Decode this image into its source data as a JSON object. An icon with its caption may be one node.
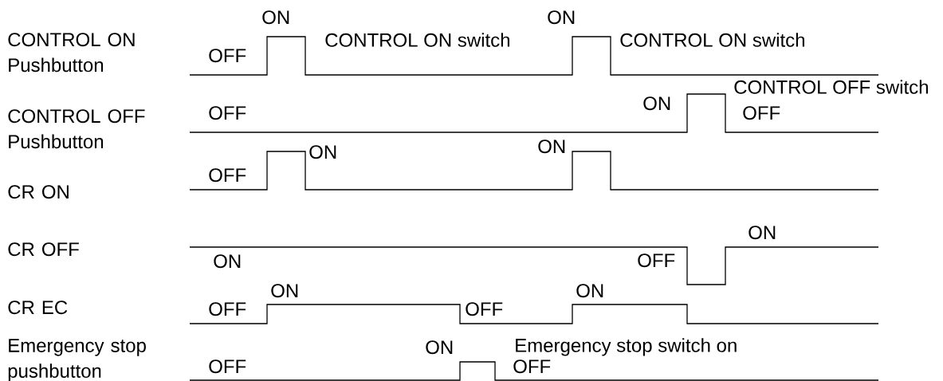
{
  "diagram": {
    "labels": [
      "ON",
      "ON",
      "CONTROL ON Pushbutton",
      "OFF",
      "CONTROL ON switch",
      "CONTROL ON switch",
      "CONTROL OFF switch",
      "CONTROL OFF Pushbutton",
      "OFF",
      "ON",
      "OFF",
      "ON",
      "ON",
      "OFF",
      "CR ON",
      "CR OFF",
      "ON",
      "ON",
      "OFF",
      "ON",
      "ON",
      "CR EC",
      "OFF",
      "OFF",
      "ON",
      "Emergency stop switch on",
      "Emergency stop pushbutton",
      "OFF",
      "OFF"
    ]
  }
}
